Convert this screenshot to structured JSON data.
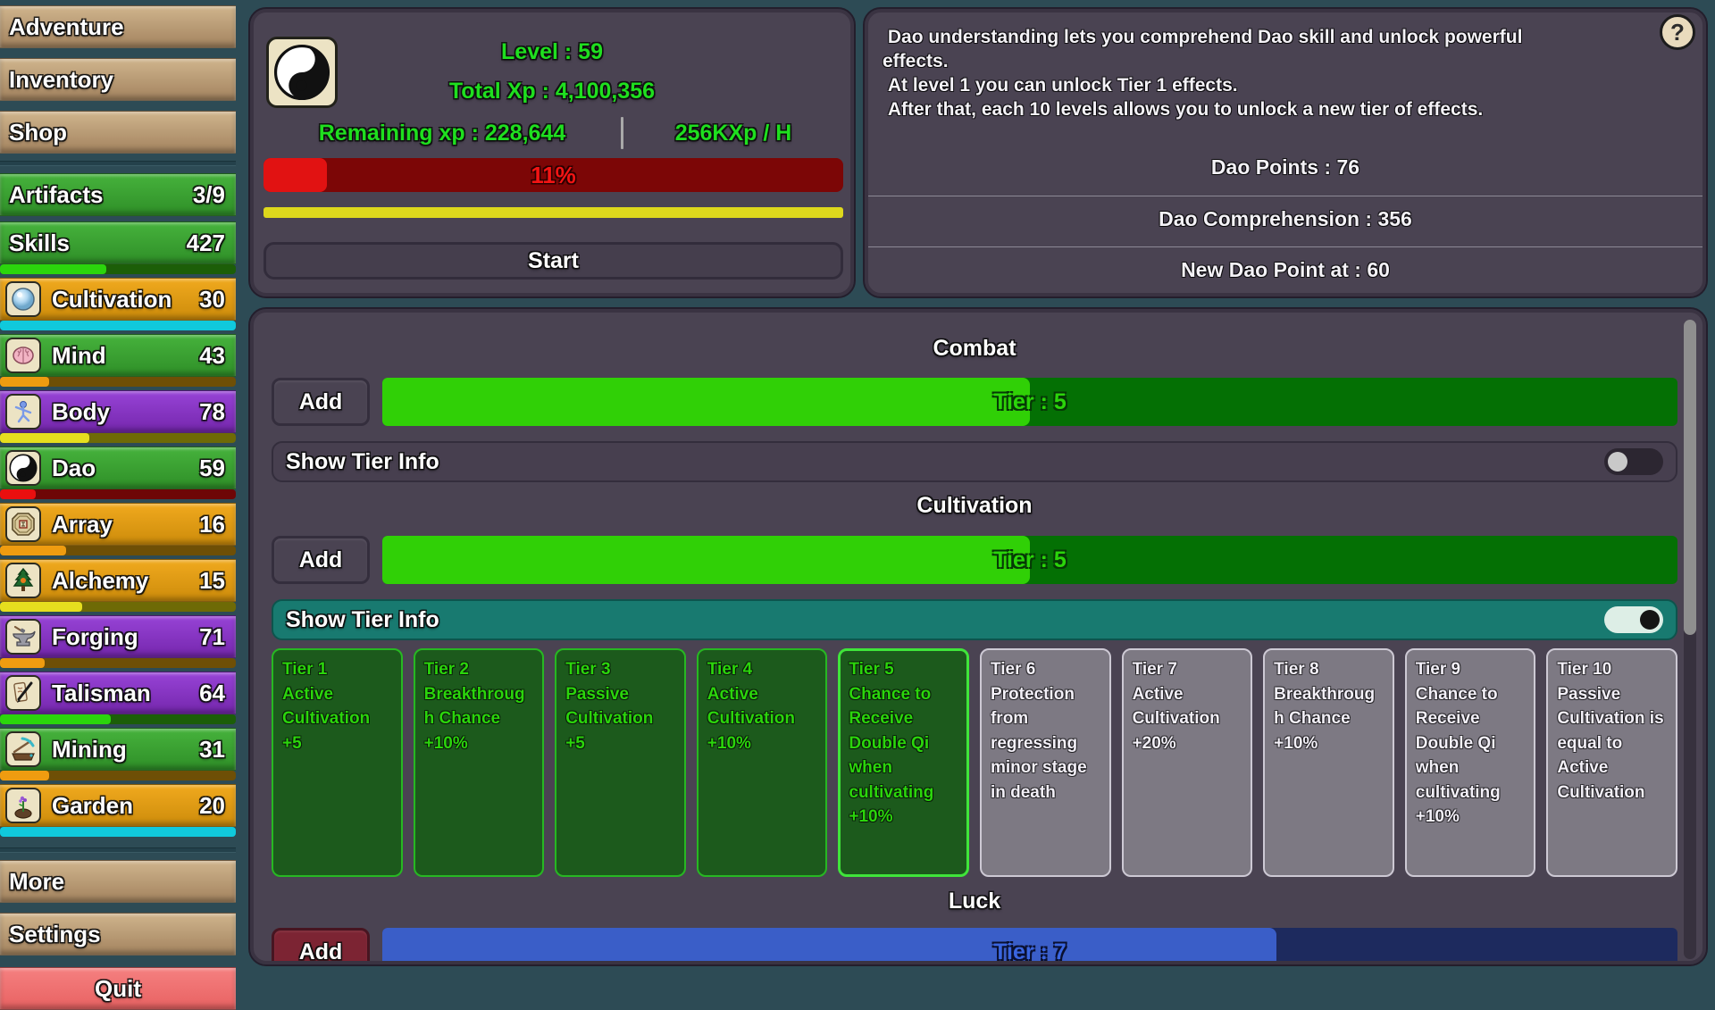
{
  "palette": {
    "page_bg": "#2d4b55",
    "panel_bg": "#4a4352",
    "green_accent": "#1fdf1f",
    "tier_fill_green": "#30d006",
    "tier_track_green": "#047004",
    "tier_fill_blue": "#3a5ec8",
    "tier_track_blue": "#1d2a5e",
    "xp_fill_red": "#e11212",
    "xp_track_red": "#7c0606",
    "xp_secondary_yellow": "#ded81c",
    "teal_row": "#187a70",
    "locked_card": "#7d7983",
    "unlocked_card": "#1c5a1c",
    "quit_red": "#ee6a6a"
  },
  "sidebar": {
    "items": [
      {
        "label": "Adventure",
        "value": "",
        "variant": "tan"
      },
      {
        "label": "Inventory",
        "value": "",
        "variant": "tan"
      },
      {
        "label": "Shop",
        "value": "",
        "variant": "tan"
      },
      {
        "label": "Artifacts",
        "value": "3/9",
        "variant": "green"
      },
      {
        "label": "Skills",
        "value": "427",
        "variant": "green",
        "progress": 45,
        "bar_color": "green"
      },
      {
        "label": "Cultivation",
        "value": "30",
        "variant": "orange",
        "icon": "cultivation-orb-icon",
        "progress": 100,
        "bar_color": "cyan"
      },
      {
        "label": "Mind",
        "value": "43",
        "variant": "green",
        "icon": "brain-icon",
        "progress": 21,
        "bar_color": "orange"
      },
      {
        "label": "Body",
        "value": "78",
        "variant": "purple",
        "icon": "body-figure-icon",
        "progress": 38,
        "bar_color": "yellow"
      },
      {
        "label": "Dao",
        "value": "59",
        "variant": "green",
        "icon": "yin-yang-icon",
        "progress": 15,
        "bar_color": "red"
      },
      {
        "label": "Array",
        "value": "16",
        "variant": "orange",
        "icon": "bagua-icon",
        "progress": 28,
        "bar_color": "orange"
      },
      {
        "label": "Alchemy",
        "value": "15",
        "variant": "orange",
        "icon": "alchemy-tree-icon",
        "progress": 35,
        "bar_color": "yellow"
      },
      {
        "label": "Forging",
        "value": "71",
        "variant": "purple",
        "icon": "anvil-icon",
        "progress": 19,
        "bar_color": "orange"
      },
      {
        "label": "Talisman",
        "value": "64",
        "variant": "purple",
        "icon": "talisman-icon",
        "progress": 47,
        "bar_color": "green"
      },
      {
        "label": "Mining",
        "value": "31",
        "variant": "green",
        "icon": "pickaxe-icon",
        "progress": 21,
        "bar_color": "orange"
      },
      {
        "label": "Garden",
        "value": "20",
        "variant": "orange",
        "icon": "garden-plant-icon",
        "progress": 100,
        "bar_color": "cyan"
      }
    ],
    "more_label": "More",
    "settings_label": "Settings",
    "quit_label": "Quit"
  },
  "level_panel": {
    "level": "Level : 59",
    "total_xp": "Total Xp : 4,100,356",
    "remaining_xp": "Remaining xp : 228,644",
    "xp_rate": "256KXp / H",
    "progress_label": "11%",
    "progress_value": 11,
    "start_label": "Start"
  },
  "dao_panel": {
    "description": " Dao understanding lets you comprehend Dao skill and unlock powerful\neffects.\n At level 1 you can unlock Tier 1 effects.\n After that, each 10 levels allows you to unlock a new tier of effects.",
    "dao_points": "Dao Points : 76",
    "dao_comprehension": "Dao Comprehension : 356",
    "new_dao_point": "New Dao Point at : 60",
    "help_label": "?"
  },
  "main": {
    "show_tier_info_label": "Show Tier Info",
    "combat": {
      "title": "Combat",
      "add_label": "Add",
      "tier_label": "Tier : 5",
      "progress": 50,
      "toggle_on": false
    },
    "cultivation": {
      "title": "Cultivation",
      "add_label": "Add",
      "tier_label": "Tier : 5",
      "progress": 50,
      "toggle_on": true
    },
    "luck": {
      "title": "Luck",
      "add_label": "Add",
      "tier_label": "Tier : 7",
      "progress": 69
    },
    "tiers": [
      {
        "title": "Tier 1",
        "effect": "Active Cultivation +5",
        "unlocked": true
      },
      {
        "title": "Tier 2",
        "effect": "Breakthrough Chance +10%",
        "unlocked": true
      },
      {
        "title": "Tier 3",
        "effect": "Passive Cultivation +5",
        "unlocked": true
      },
      {
        "title": "Tier 4",
        "effect": "Active Cultivation +10%",
        "unlocked": true
      },
      {
        "title": "Tier 5",
        "effect": "Chance to Receive Double Qi when cultivating +10%",
        "unlocked": true,
        "current": true
      },
      {
        "title": "Tier 6",
        "effect": "Protection from regressing minor stage in death",
        "unlocked": false
      },
      {
        "title": "Tier 7",
        "effect": "Active Cultivation +20%",
        "unlocked": false
      },
      {
        "title": "Tier 8",
        "effect": "Breakthrough Chance +10%",
        "unlocked": false
      },
      {
        "title": "Tier 9",
        "effect": "Chance to Receive Double Qi when cultivating +10%",
        "unlocked": false
      },
      {
        "title": "Tier 10",
        "effect": "Passive Cultivation is equal to Active Cultivation",
        "unlocked": false
      }
    ]
  }
}
